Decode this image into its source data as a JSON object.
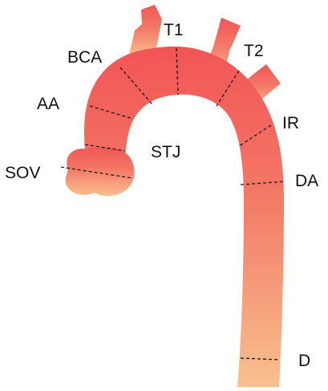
{
  "colors": {
    "vessel_top": "#f25456",
    "vessel_mid": "#f37a66",
    "vessel_bottom": "#f8c08e"
  },
  "labels": {
    "t1": "T1",
    "t2": "T2",
    "bca": "BCA",
    "aa": "AA",
    "ir": "IR",
    "stj": "STJ",
    "sov": "SOV",
    "da": "DA",
    "d": "D"
  }
}
